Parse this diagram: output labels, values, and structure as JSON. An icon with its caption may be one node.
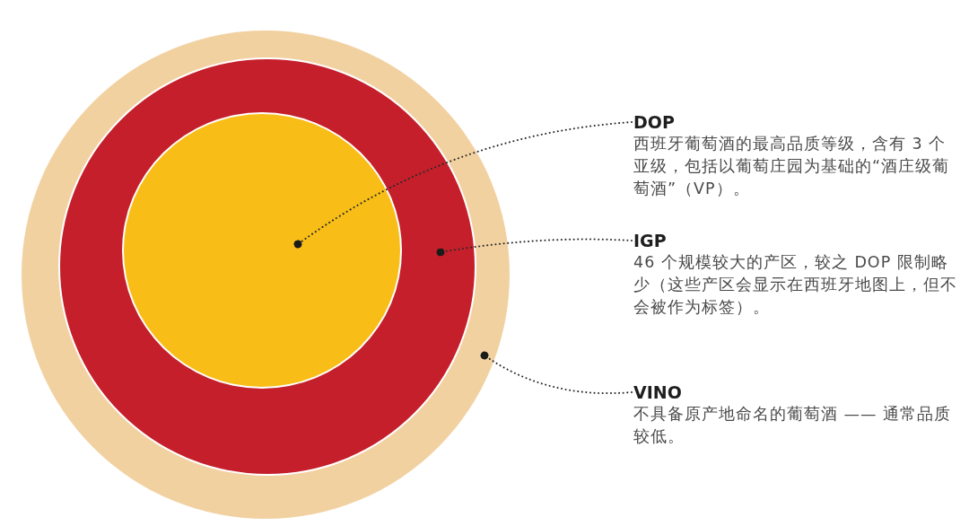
{
  "diagram": {
    "nodes": [
      {
        "text": [],
        "shape": "circle"
      },
      {
        "text": [],
        "shape": "circle",
        "in": 0
      },
      {
        "text": [],
        "shape": "circle",
        "in": 1
      },
      {
        "text": [
          "DOP",
          "西班牙葡萄酒的最高品质等级，含有 3 个亚级，包括以葡萄庄园为基础的“酒庄级葡萄酒”（VP）。"
        ]
      },
      {
        "text": [
          "IGP",
          "46 个规模较大的产区，较之 DOP 限制略少（这些产区会显示在西班牙地图上，但不会被作为标签）。"
        ]
      },
      {
        "text": [
          "VINO",
          "不具备原产地命名的葡萄酒 —— 通常品质较低。"
        ]
      }
    ],
    "edges": [
      {
        "from": 3,
        "to": 2,
        "arrow": "other",
        "style": "dashed"
      },
      {
        "from": 4,
        "to": 1,
        "arrow": "other",
        "style": "dashed"
      },
      {
        "from": 5,
        "to": 0,
        "arrow": "other",
        "style": "dashed"
      }
    ]
  }
}
